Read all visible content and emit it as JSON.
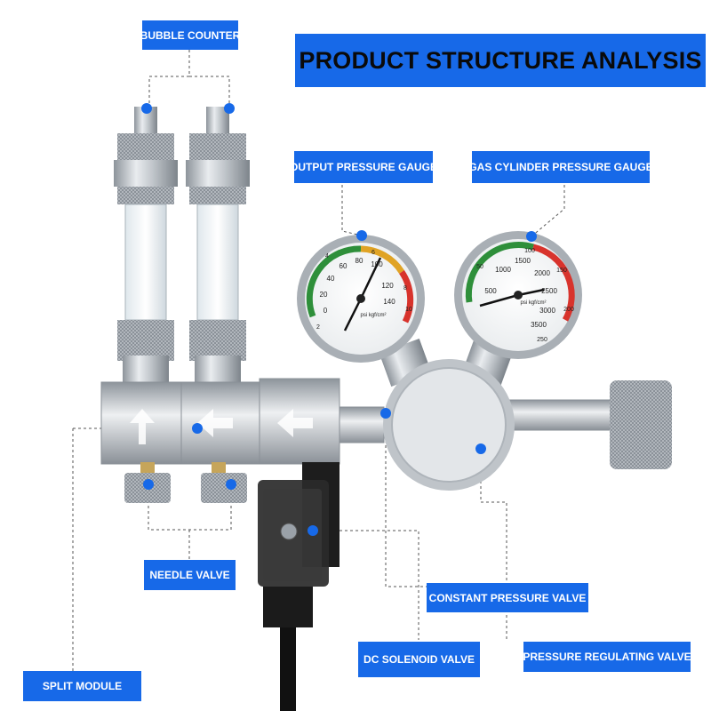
{
  "title": "PRODUCT STRUCTURE ANALYSIS",
  "labels": {
    "bubble_counter": "BUBBLE COUNTER",
    "output_gauge": "OUTPUT PRESSURE GAUGE",
    "cylinder_gauge": "GAS CYLINDER PRESSURE GAUGE",
    "needle_valve": "NEEDLE VALVE",
    "constant_valve": "CONSTANT PRESSURE VALVE",
    "dc_solenoid": "DC SOLENOID VALVE",
    "pressure_regulating": "PRESSURE REGULATING VALVE",
    "split_module": "SPLIT MODULE"
  },
  "gauges": {
    "output": {
      "ticks_outer": [
        "0",
        "20",
        "40",
        "60",
        "80",
        "100",
        "120",
        "140"
      ],
      "ticks_inner": [
        "2",
        "4",
        "6",
        "8",
        "10"
      ],
      "units": "psi kgf/cm²"
    },
    "cylinder": {
      "ticks_outer": [
        "500",
        "1000",
        "1500",
        "2000",
        "2500",
        "3000",
        "3500"
      ],
      "ticks_inner": [
        "50",
        "100",
        "150",
        "200",
        "250"
      ],
      "units": "psi kgf/cm²"
    }
  },
  "colors": {
    "accent": "#1769e8",
    "dot": "#1769e8",
    "metal": "#c9cdd2",
    "label_text": "#ffffff"
  }
}
